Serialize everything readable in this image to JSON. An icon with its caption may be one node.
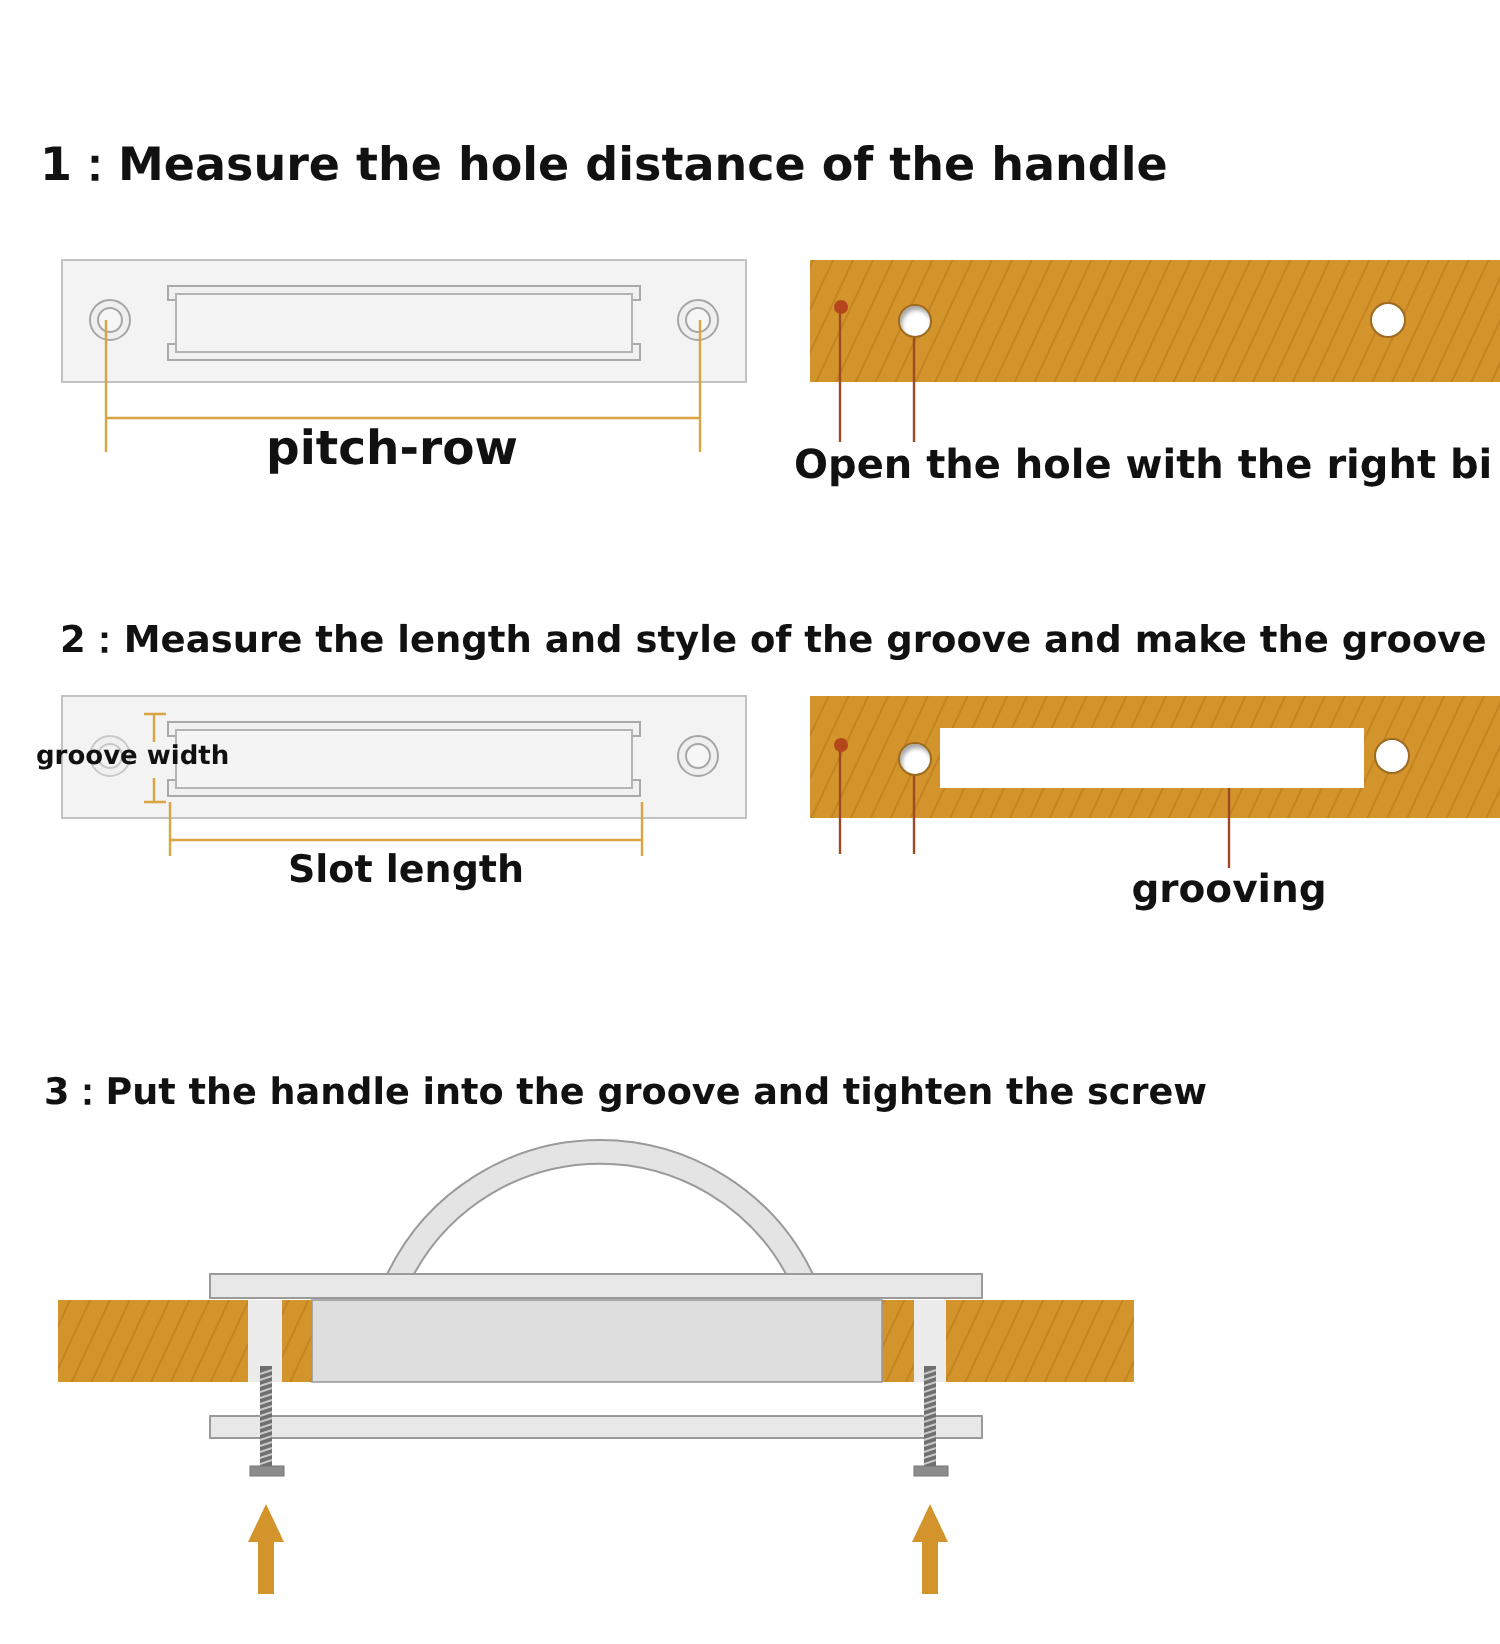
{
  "diagram": {
    "nodes": [
      {
        "text": [
          "Open the hole with the right bi"
        ]
      },
      {
        "text": [],
        "shape": "circle"
      },
      {
        "text": [],
        "shape": "circle"
      },
      {
        "text": [],
        "shape": "circle"
      },
      {
        "text": [],
        "shape": "circle"
      },
      {
        "text": [],
        "shape": "box"
      },
      {
        "text": [
          "grooving"
        ]
      }
    ],
    "edges": [
      {
        "from": 0,
        "to": 1,
        "arrow": "none"
      },
      {
        "from": 0,
        "to": 2,
        "arrow": "none"
      },
      {
        "from": null,
        "to": 3,
        "arrow": "none"
      },
      {
        "from": null,
        "to": 4,
        "arrow": "none"
      },
      {
        "from": 6,
        "to": 5,
        "arrow": "none"
      }
    ],
    "labels": [
      "1：Measure the hole distance of the handle",
      "pitch-row",
      "2：Measure the length and style of the groove and make the groove",
      "groove width",
      "Slot length",
      "3：Put the handle into the groove and tighten the screw"
    ]
  }
}
